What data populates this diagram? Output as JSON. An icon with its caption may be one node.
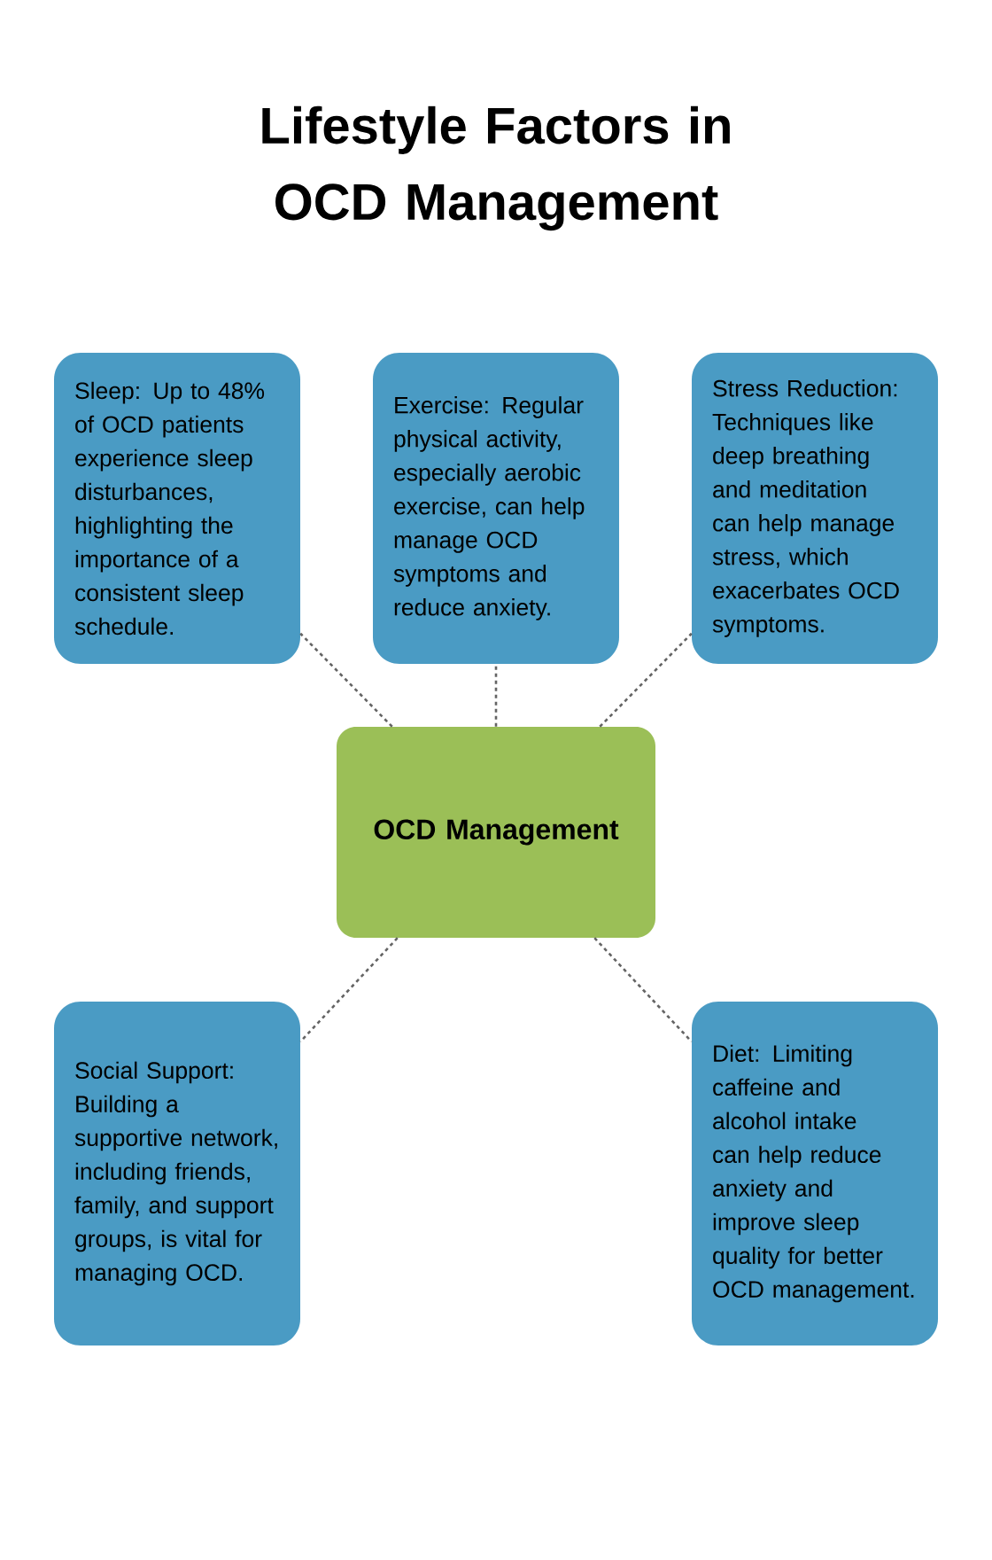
{
  "diagram": {
    "title": "Lifestyle Factors in OCD Management",
    "nodes": [
      {
        "text": [
          "Sleep: Up to 48% of OCD patients experience sleep disturbances, highlighting the importance of a consistent sleep schedule."
        ]
      },
      {
        "text": [
          "Exercise: Regular physical activity, especially aerobic exercise, can help manage OCD symptoms and reduce anxiety."
        ]
      },
      {
        "text": [
          "Stress Reduction: Techniques like deep breathing and meditation can help manage stress, which exacerbates OCD symptoms."
        ]
      },
      {
        "text": [
          "OCD Management"
        ]
      },
      {
        "text": [
          "Social Support: Building a supportive network, including friends, family, and support groups, is vital for managing OCD."
        ]
      },
      {
        "text": [
          "Diet: Limiting caffeine and alcohol intake can help reduce anxiety and improve sleep quality for better OCD management."
        ]
      }
    ],
    "edges": [
      {
        "from": 3,
        "to": 0,
        "arrow": "none",
        "style": "dashed"
      },
      {
        "from": 3,
        "to": 1,
        "arrow": "none",
        "style": "dashed"
      },
      {
        "from": 3,
        "to": 2,
        "arrow": "none",
        "style": "dashed"
      },
      {
        "from": 3,
        "to": 4,
        "arrow": "none",
        "style": "dashed"
      },
      {
        "from": 3,
        "to": 5,
        "arrow": "none",
        "style": "dashed"
      }
    ]
  }
}
